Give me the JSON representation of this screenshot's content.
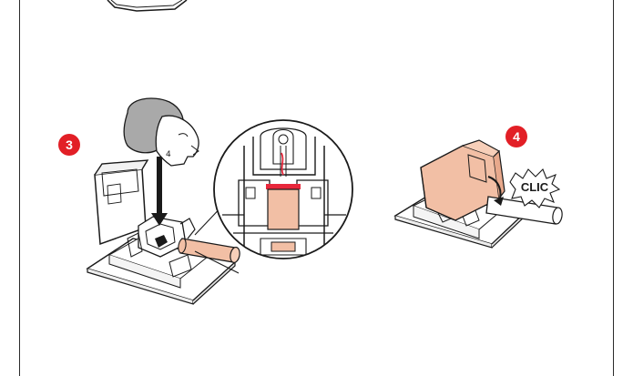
{
  "steps": [
    {
      "number": "3"
    },
    {
      "number": "4"
    }
  ],
  "sound_effect": "CLIC",
  "face_marker": "4",
  "colors": {
    "badge": "#e21f26",
    "skin": "#f2bfa5",
    "hair": "#a9a9a9",
    "highlight": "#e8273b",
    "outline": "#1a1a1a",
    "frame": "#2a2a2a"
  }
}
